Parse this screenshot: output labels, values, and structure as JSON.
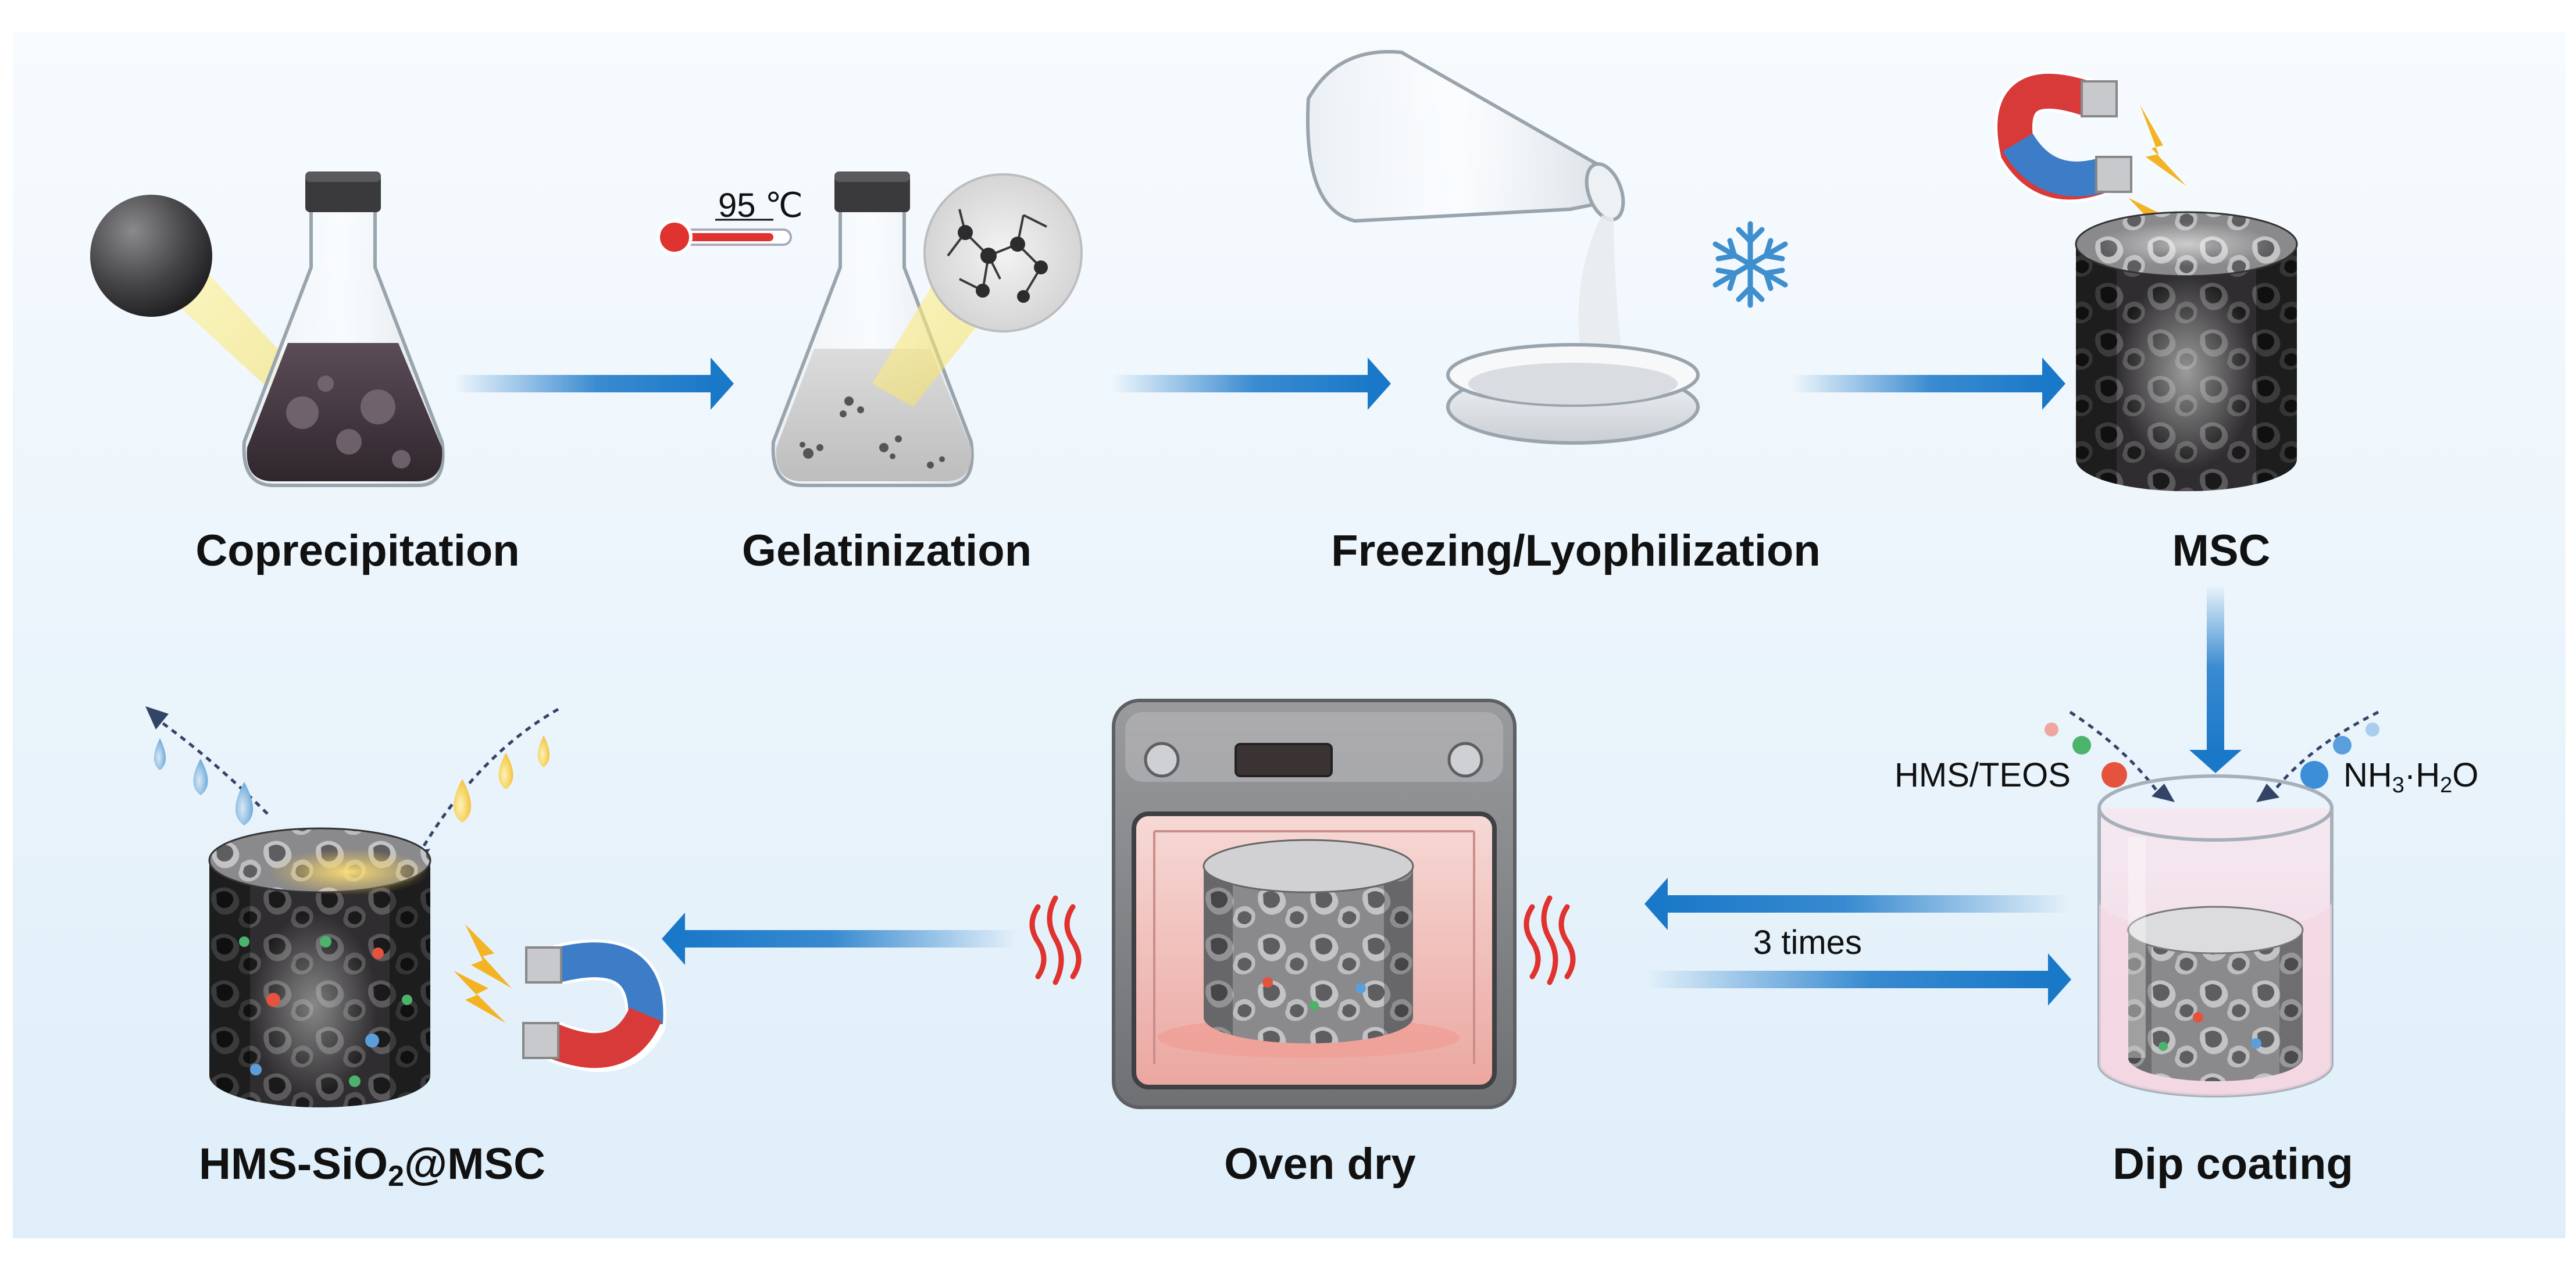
{
  "steps": {
    "coprecipitation": "Coprecipitation",
    "gelatinization": "Gelatinization",
    "freezing": "Freezing/Lyophilization",
    "msc": "MSC",
    "dip_coating": "Dip coating",
    "oven_dry": "Oven dry",
    "product": {
      "prefix": "HMS-SiO",
      "subscript": "2",
      "suffix": "@MSC"
    }
  },
  "annotations": {
    "temperature": "95 ℃",
    "reagent_left": "HMS/TEOS",
    "reagent_right": {
      "a": "NH",
      "a_sub": "3",
      "b": "·H",
      "b_sub": "2",
      "c": "O"
    },
    "repeat": "3 times"
  },
  "colors": {
    "arrow": "#1a78c8",
    "scaffold_dark": "#2d2b2c",
    "liquid_dark": "#4a3c44",
    "bubble_blue": "#6ea8d8",
    "bubble_yellow": "#f2c33a",
    "heat_red": "#e0322e",
    "oven_body": "#8c8d90"
  }
}
